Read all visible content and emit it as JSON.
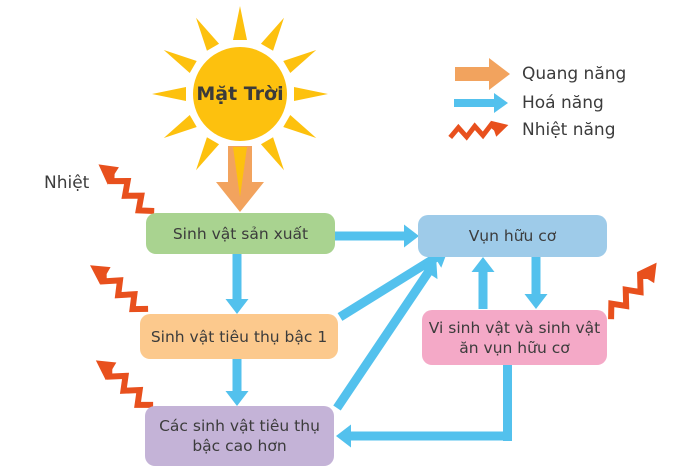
{
  "sun": {
    "label": "Mặt Trời"
  },
  "heat_note": {
    "label": "Nhiệt"
  },
  "legend": {
    "light": {
      "label": "Quang năng"
    },
    "chemical": {
      "label": "Hoá năng"
    },
    "heat": {
      "label": "Nhiệt năng"
    }
  },
  "nodes": {
    "producer": {
      "label": "Sinh vật sản xuất",
      "fill": "#a9d390"
    },
    "detritus": {
      "label": "Vụn hữu cơ",
      "fill": "#9ecbe9"
    },
    "primary_consumer": {
      "label": "Sinh vật tiêu thụ bậc 1",
      "fill": "#fcc98d"
    },
    "decomposers": {
      "line1": "Vi sinh vật và sinh vật",
      "line2": "ăn vụn hữu cơ",
      "fill": "#f4a9c7"
    },
    "higher_consumers": {
      "line1": "Các sinh vật tiêu thụ",
      "line2": "bậc cao hơn",
      "fill": "#c4b3d7"
    }
  },
  "colors": {
    "sun": "#fdc10e",
    "light_energy": "#f2a35e",
    "chemical_energy": "#53c1ed",
    "heat_energy": "#e8501d",
    "text": "#3c3c3c"
  }
}
